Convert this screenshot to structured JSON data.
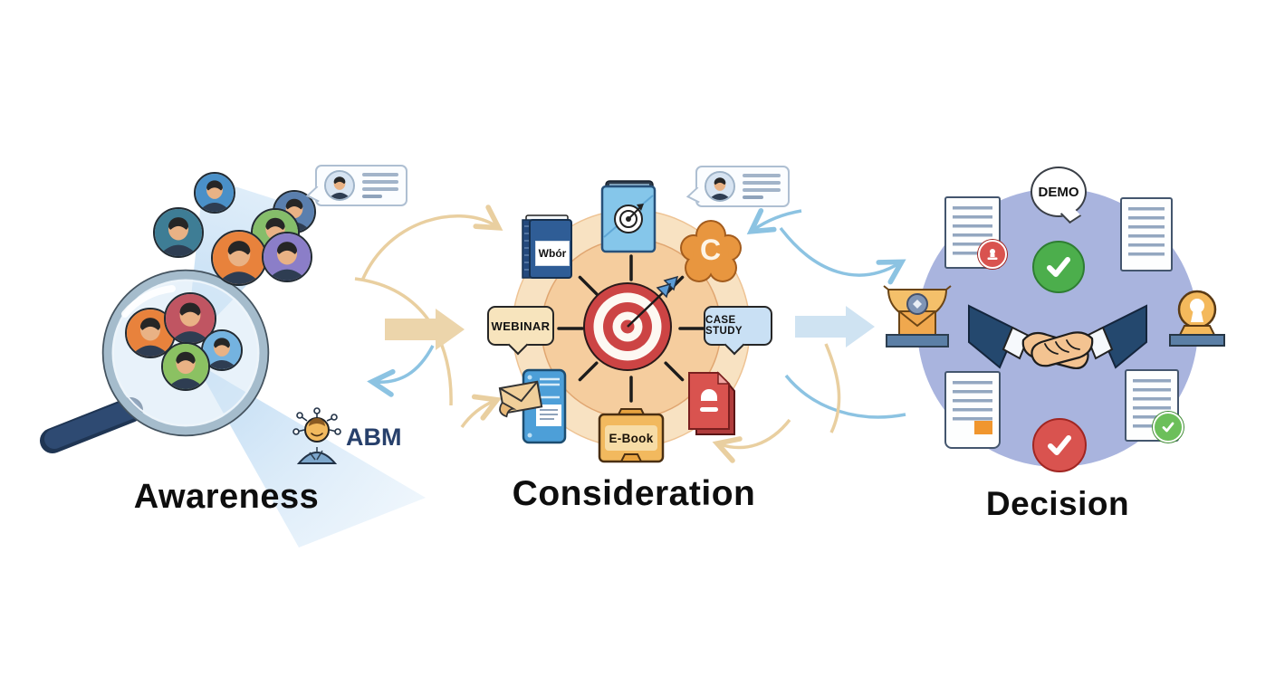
{
  "titles": {
    "awareness": "Awareness",
    "consideration": "Consideration",
    "decision": "Decision"
  },
  "awareness": {
    "abm_label": "ABM",
    "cluster_avatars": [
      "#4a90c8",
      "#3e7d95",
      "#e8823c",
      "#85bd6a",
      "#5a7fae",
      "#8b7ec8"
    ],
    "lens_avatars": [
      "#e8823c",
      "#c05562",
      "#8bc162",
      "#74b3e0"
    ]
  },
  "consideration": {
    "book_label": "Wbór",
    "content_badge_letter": "C",
    "webinar_label": "WEBINAR",
    "case_study_label": "CASE STUDY",
    "ebook_label": "E-Book"
  },
  "decision": {
    "demo_label": "DEMO"
  },
  "cards": {
    "avatar_bg": "#d7e4f2"
  },
  "palette": {
    "flow_arrow_tan": "#ecd5ab",
    "flow_arrow_blue": "#cfe3f2",
    "curve_tan": "#e9cfa0",
    "curve_blue": "#8cc3e2",
    "consideration_ring_outer": "#f8e2c2",
    "consideration_ring_inner": "#f5cd9e",
    "target_red": "#cc4444",
    "decision_circle": "#a9b4de",
    "success_green": "#4cae4c",
    "alert_red": "#d9534f",
    "gold": "#f2b95e",
    "navy": "#24486e"
  }
}
